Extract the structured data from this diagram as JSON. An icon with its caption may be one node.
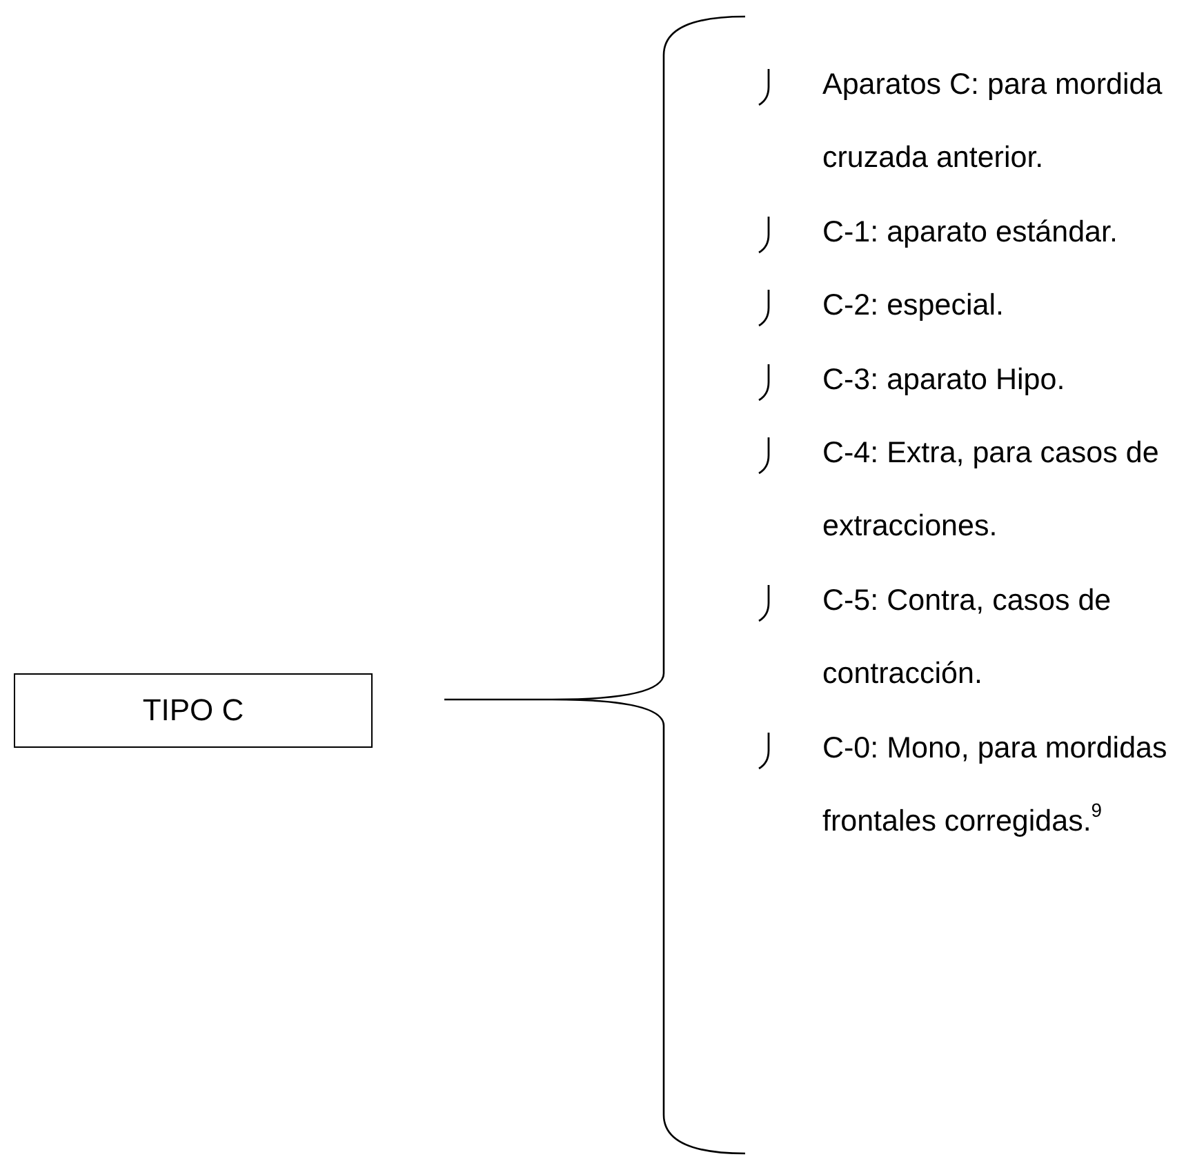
{
  "diagram": {
    "nodes": [
      {
        "text": [
          "TIPO C"
        ]
      }
    ],
    "labels": [
      "Aparatos C: para mordida cruzada anterior.",
      "C-1: aparato estándar.",
      "C-2: especial.",
      "C-3: aparato Hipo.",
      "C-4: Extra, para casos de extracciones.",
      "C-5: Contra, casos de contracción.",
      "C-0: Mono, para mordidas frontales corregidas.$^{9}$"
    ]
  }
}
